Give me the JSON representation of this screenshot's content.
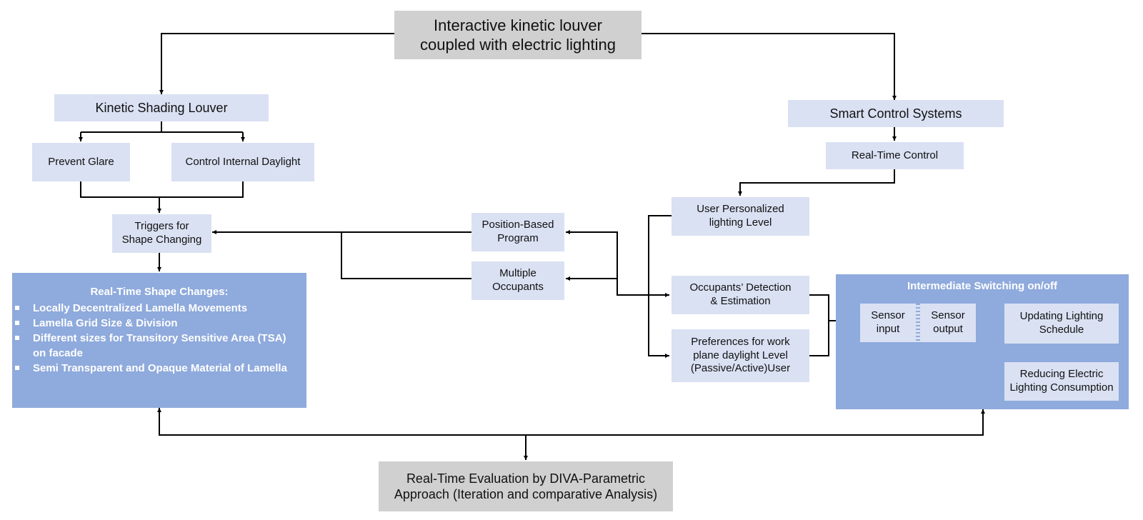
{
  "top_box": {
    "lines": [
      "Interactive kinetic louver",
      "coupled with electric lighting"
    ]
  },
  "left_branch": {
    "title": "Kinetic Shading Louver",
    "prevent_glare": "Prevent Glare",
    "control_daylight": "Control Internal Daylight",
    "triggers": {
      "lines": [
        "Triggers for",
        "Shape Changing"
      ]
    },
    "shape_changes": {
      "title": "Real-Time Shape Changes:",
      "bullets": [
        [
          "Locally Decentralized Lamella Movements"
        ],
        [
          "Lamella Grid Size & Division"
        ],
        [
          "Different sizes for Transitory Sensitive Area (TSA)",
          "on facade"
        ],
        [
          "Semi Transparent and Opaque Material of Lamella"
        ]
      ]
    }
  },
  "middle": {
    "position_based": {
      "lines": [
        "Position-Based",
        "Program"
      ]
    },
    "multiple_occupants": {
      "lines": [
        "Multiple",
        "Occupants"
      ]
    }
  },
  "right_branch": {
    "title": "Smart Control Systems",
    "real_time_control": "Real-Time Control",
    "user_personalized": {
      "lines": [
        "User Personalized",
        "lighting Level"
      ]
    },
    "occupants_detection": {
      "lines": [
        "Occupants’ Detection",
        "& Estimation"
      ]
    },
    "preferences": {
      "lines": [
        "Preferences for work",
        "plane daylight Level",
        "(Passive/Active)User"
      ]
    },
    "switching": {
      "title": "Intermediate Switching on/off",
      "sensor_input": {
        "lines": [
          "Sensor",
          "input"
        ]
      },
      "sensor_output": {
        "lines": [
          "Sensor",
          "output"
        ]
      },
      "updating_schedule": {
        "lines": [
          "Updating Lighting",
          "Schedule"
        ]
      },
      "reducing_consumption": {
        "lines": [
          "Reducing Electric",
          "Lighting Consumption"
        ]
      }
    }
  },
  "bottom_box": {
    "lines": [
      "Real-Time Evaluation by DIVA-Parametric",
      "Approach (Iteration and comparative Analysis)"
    ]
  },
  "colors": {
    "gray_box": "#d0d0d0",
    "light_box": "#dae1f3",
    "blue_box": "#8faadc",
    "connector": "#000000",
    "sensor_divider": "#8faadc"
  }
}
